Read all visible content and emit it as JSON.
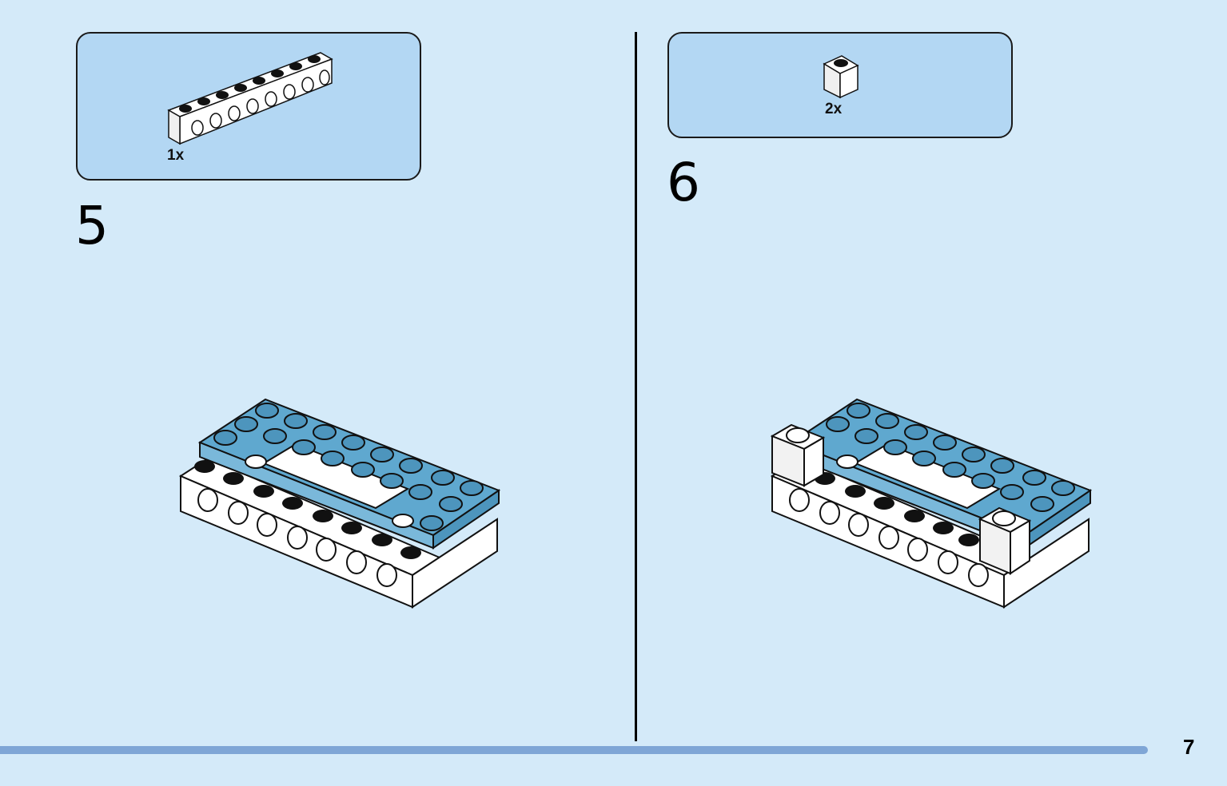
{
  "steps": [
    {
      "number": "5",
      "parts": [
        {
          "quantity": "1x",
          "part": "white-technic-beam-8-holes-icon"
        }
      ]
    },
    {
      "number": "6",
      "parts": [
        {
          "quantity": "2x",
          "part": "white-brick-1x1-icon"
        }
      ]
    }
  ],
  "page_number": "7",
  "colors": {
    "background": "#d4eaf9",
    "parts_box": "#b3d7f3",
    "plate_blue": "#5fa8cf",
    "progress_bar": "#7fa6d6"
  }
}
